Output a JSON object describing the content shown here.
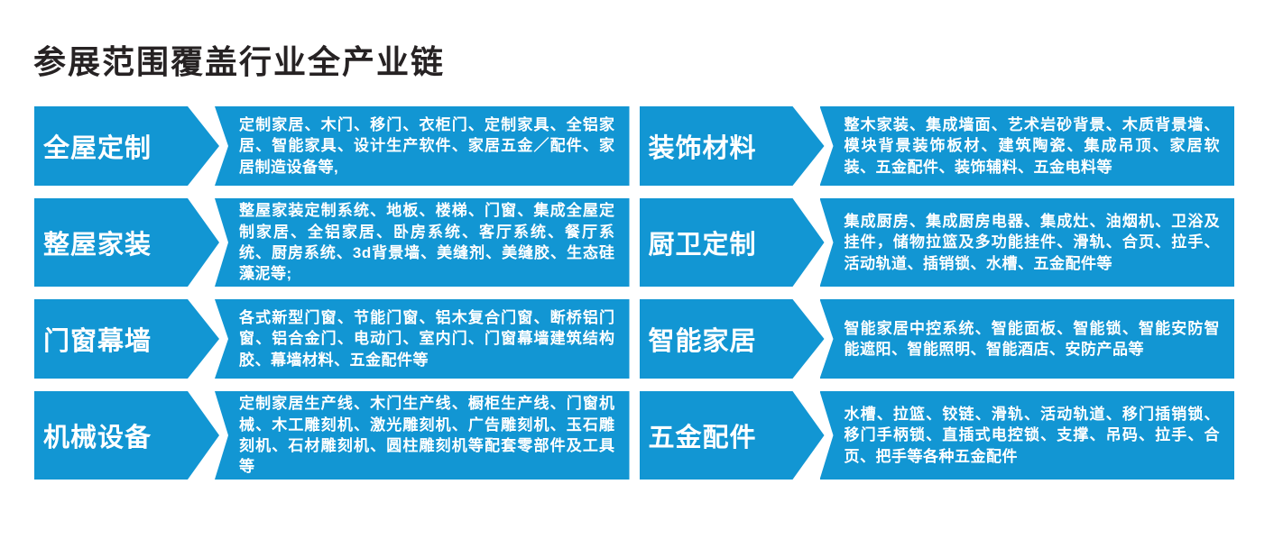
{
  "page": {
    "title": "参展范围覆盖行业全产业链"
  },
  "colors": {
    "block_blue": "#1296d3",
    "title_text": "#262223",
    "block_text": "#ffffff",
    "background": "#ffffff"
  },
  "blocks": [
    {
      "label": "全屋定制",
      "description": "定制家居、木门、移门、衣柜门、定制家具、全铝家居、智能家具、设计生产软件、家居五金／配件、家居制造设备等,"
    },
    {
      "label": "装饰材料",
      "description": "整木家装、集成墙面、艺术岩砂背景、木质背景墙、模块背景装饰板材、建筑陶瓷、集成吊顶、家居软装、五金配件、装饰辅料、五金电料等"
    },
    {
      "label": "整屋家装",
      "description": "整屋家装定制系统、地板、楼梯、门窗、集成全屋定制家居、全铝家居、卧房系统、客厅系统、餐厅系统、厨房系统、3d背景墙、美缝剂、美缝胶、生态硅藻泥等;"
    },
    {
      "label": "厨卫定制",
      "description": "集成厨房、集成厨房电器、集成灶、油烟机、卫浴及挂件，储物拉篮及多功能挂件、滑轨、合页、拉手、活动轨道、插销锁、水槽、五金配件等"
    },
    {
      "label": "门窗幕墙",
      "description": "各式新型门窗、节能门窗、铝木复合门窗、断桥铝门窗、铝合金门、电动门、室内门、门窗幕墙建筑结构胶、幕墙材料、五金配件等"
    },
    {
      "label": "智能家居",
      "description": "智能家居中控系统、智能面板、智能锁、智能安防智能遮阳、智能照明、智能酒店、安防产品等"
    },
    {
      "label": "机械设备",
      "description": "定制家居生产线、木门生产线、橱柜生产线、门窗机械、木工雕刻机、激光雕刻机、广告雕刻机、玉石雕刻机、石材雕刻机、圆柱雕刻机等配套零部件及工具等"
    },
    {
      "label": "五金配件",
      "description": "水槽、拉篮、铰链、滑轨、活动轨道、移门插销锁、移门手柄锁、直插式电控锁、支撑、吊码、拉手、合页、把手等各种五金配件"
    }
  ]
}
